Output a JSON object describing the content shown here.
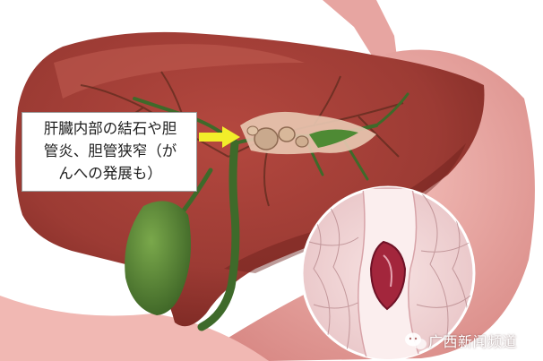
{
  "callout": {
    "lines": [
      "肝臓内部の結石や胆",
      "管炎、胆管狭窄（が",
      "んへの発展も）"
    ]
  },
  "watermark": {
    "text": "广西新闻频道"
  },
  "colors": {
    "liver": "#9c3b34",
    "liver_dark": "#7a2622",
    "bile_duct": "#3e6a2a",
    "gallbladder": "#4f7e30",
    "stomach": "#e8a29e",
    "arrow": "#f2ee2a",
    "stone": "#d8b89a"
  },
  "icons": [
    "wechat-logo-icon",
    "yellow-arrow-icon"
  ]
}
